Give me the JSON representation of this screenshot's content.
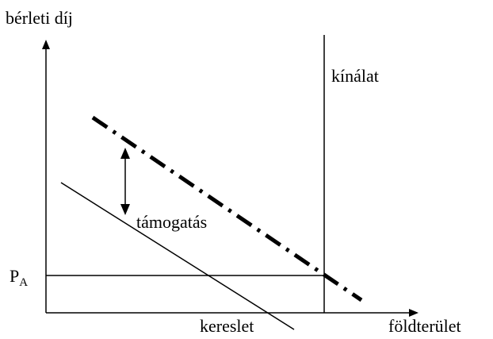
{
  "axes": {
    "y_label": "bérleti díj",
    "x_label": "földterület"
  },
  "curves": {
    "supply_label": "kínálat",
    "demand_label": "kereslet",
    "subsidy_label": "támogatás"
  },
  "price": {
    "symbol": "P",
    "subscript": "A"
  },
  "colors": {
    "ink": "#000000",
    "background": "#ffffff"
  }
}
